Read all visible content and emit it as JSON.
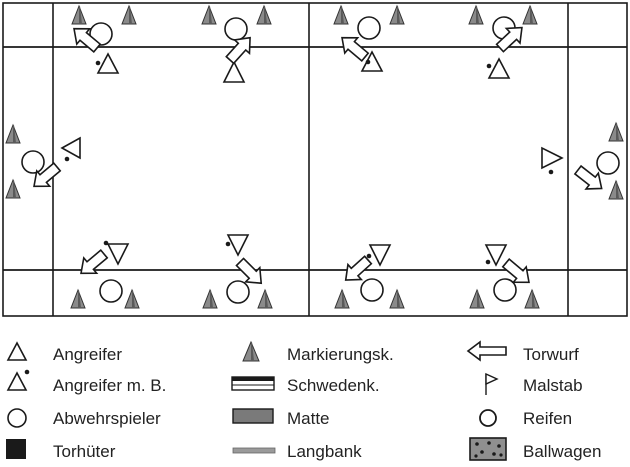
{
  "colors": {
    "line": "#1a1a1a",
    "cone": "#8a8a8a",
    "mat": "#7a7a7a",
    "bench": "#9a9a9a",
    "keeper": "#1a1a1a",
    "ballcart": "#8f8f8f"
  },
  "legend": {
    "angreifer": "Angreifer",
    "angreifer_mb": "Angreifer m. B.",
    "abwehrspieler": "Abwehrspieler",
    "torhueter": "Torhüter",
    "markierung": "Markierungsk.",
    "schwedenk": "Schwedenk.",
    "matte": "Matte",
    "langbank": "Langbank",
    "torwurf": "Torwurf",
    "malstab": "Malstab",
    "reifen": "Reifen",
    "ballwagen": "Ballwagen"
  },
  "icons": {
    "angreifer": "triangle-outline-icon",
    "angreifer_mb": "triangle-with-ball-icon",
    "abwehrspieler": "circle-outline-icon",
    "torhueter": "filled-square-icon",
    "markierung": "grey-cone-icon",
    "schwedenk": "striped-box-icon",
    "matte": "grey-mat-icon",
    "langbank": "bench-bar-icon",
    "torwurf": "outline-arrow-icon",
    "malstab": "flag-pole-icon",
    "reifen": "hoop-ring-icon",
    "ballwagen": "dotted-cart-icon"
  }
}
